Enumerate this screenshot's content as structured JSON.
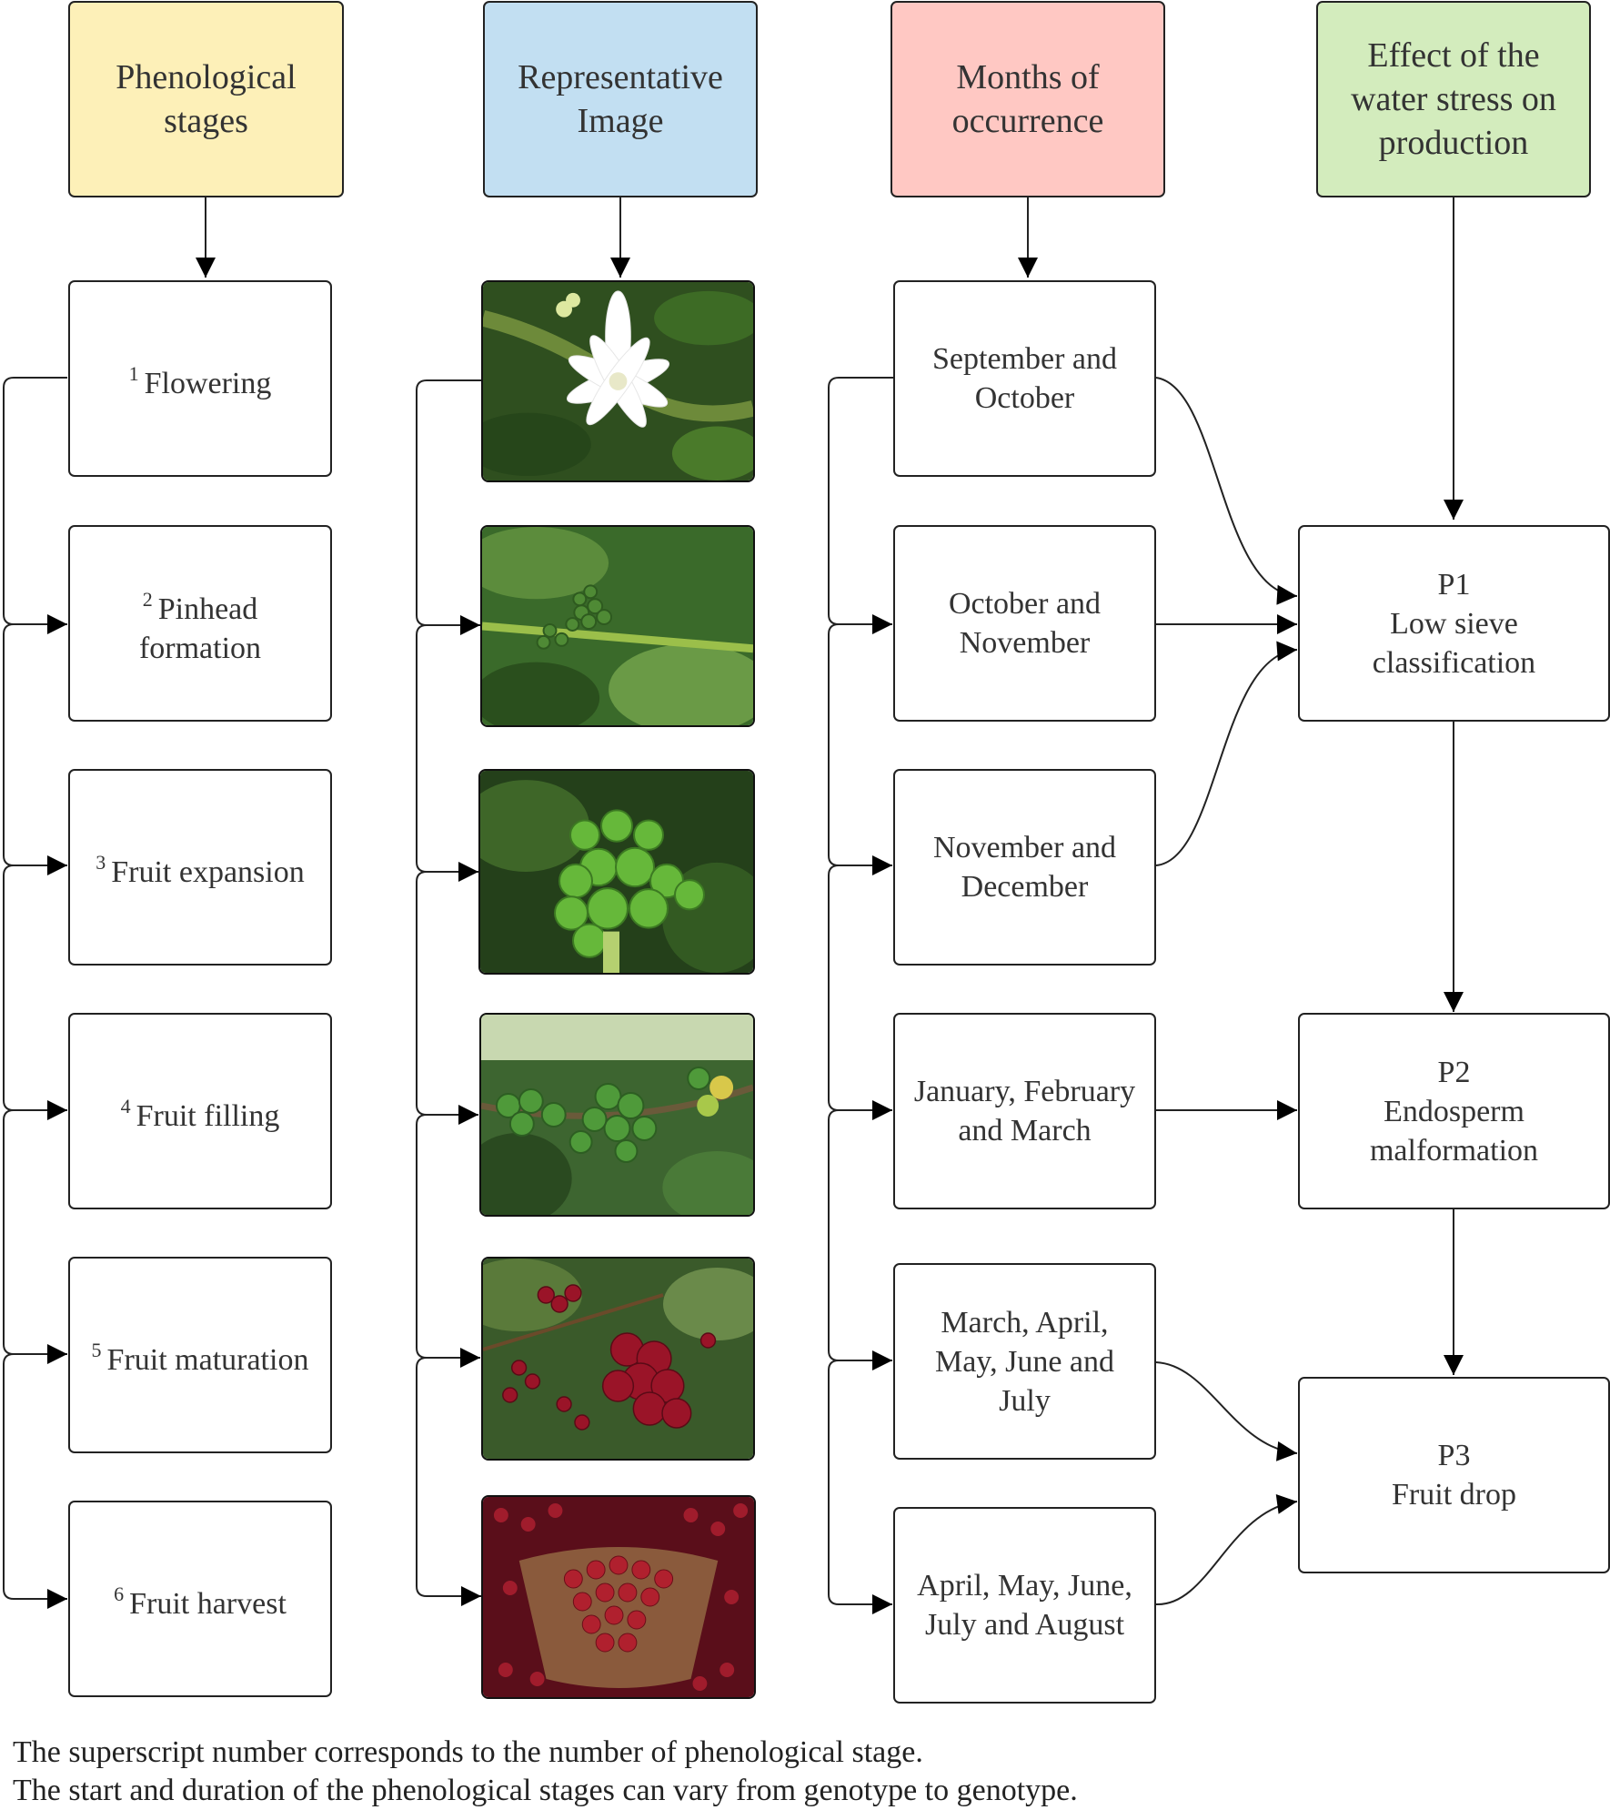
{
  "headers": {
    "stages": [
      "Phenological",
      "stages"
    ],
    "image": [
      "Representative",
      "Image"
    ],
    "months": [
      "Months of",
      "occurrence"
    ],
    "effect": [
      "Effect of the",
      "water stress on",
      "production"
    ]
  },
  "stages": [
    {
      "num": "1",
      "lines": [
        "Flowering"
      ]
    },
    {
      "num": "2",
      "lines": [
        "Pinhead",
        "formation"
      ]
    },
    {
      "num": "3",
      "lines": [
        "Fruit expansion"
      ]
    },
    {
      "num": "4",
      "lines": [
        "Fruit filling"
      ]
    },
    {
      "num": "5",
      "lines": [
        "Fruit maturation"
      ]
    },
    {
      "num": "6",
      "lines": [
        "Fruit harvest"
      ]
    }
  ],
  "images": [
    {
      "name": "flowering-photo"
    },
    {
      "name": "pinhead-photo"
    },
    {
      "name": "fruit-expansion-photo"
    },
    {
      "name": "fruit-filling-photo"
    },
    {
      "name": "fruit-maturation-photo"
    },
    {
      "name": "fruit-harvest-photo"
    }
  ],
  "months": [
    [
      "September and",
      "October"
    ],
    [
      "October and",
      "November"
    ],
    [
      "November and",
      "December"
    ],
    [
      "January, February",
      "and March"
    ],
    [
      "March, April,",
      "May, June and",
      "July"
    ],
    [
      "April, May, June,",
      "July and August"
    ]
  ],
  "effects": [
    {
      "code": "P1",
      "lines": [
        "Low sieve",
        "classification"
      ]
    },
    {
      "code": "P2",
      "lines": [
        "Endosperm",
        "malformation"
      ]
    },
    {
      "code": "P3",
      "lines": [
        "Fruit drop"
      ]
    }
  ],
  "notes": {
    "line1": "The superscript number corresponds to the number of phenological stage.",
    "line2": "The start and duration of the phenological stages can vary from genotype to genotype."
  }
}
